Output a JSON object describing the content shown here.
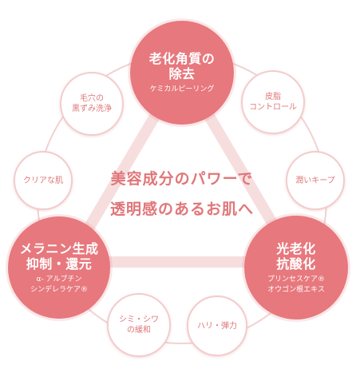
{
  "colors": {
    "main_circle": "#e7787d",
    "small_border": "#f3cccd",
    "text_pink": "#e0777a",
    "triangle": "#f7dede",
    "ring": "#f1d2d2"
  },
  "center": {
    "line1": "美容成分のパワーで",
    "line2": "透明感のあるお肌へ"
  },
  "main_circles": {
    "top": {
      "title_line1": "老化角質の",
      "title_line2": "除去",
      "sub_line1": "ケミカルピーリング"
    },
    "left": {
      "title_line1": "メラニン生成",
      "title_line2": "抑制・還元",
      "sub_line1": "α- アルブチン",
      "sub_line2": "シンデレラケア®"
    },
    "right": {
      "title_line1": "光老化",
      "title_line2": "抗酸化",
      "sub_line1": "プリンセスケア®",
      "sub_line2": "オウゴン根エキス"
    }
  },
  "small_circles": {
    "pores": {
      "line1": "毛穴の",
      "line2": "黒ずみ洗浄"
    },
    "sebum": {
      "line1": "皮脂",
      "line2": "コントロール"
    },
    "clear": {
      "line1": "クリアな肌"
    },
    "moist": {
      "line1": "潤いキープ"
    },
    "spots": {
      "line1": "シミ・シワ",
      "line2": "の緩和"
    },
    "firm": {
      "line1": "ハリ・弾力"
    }
  }
}
